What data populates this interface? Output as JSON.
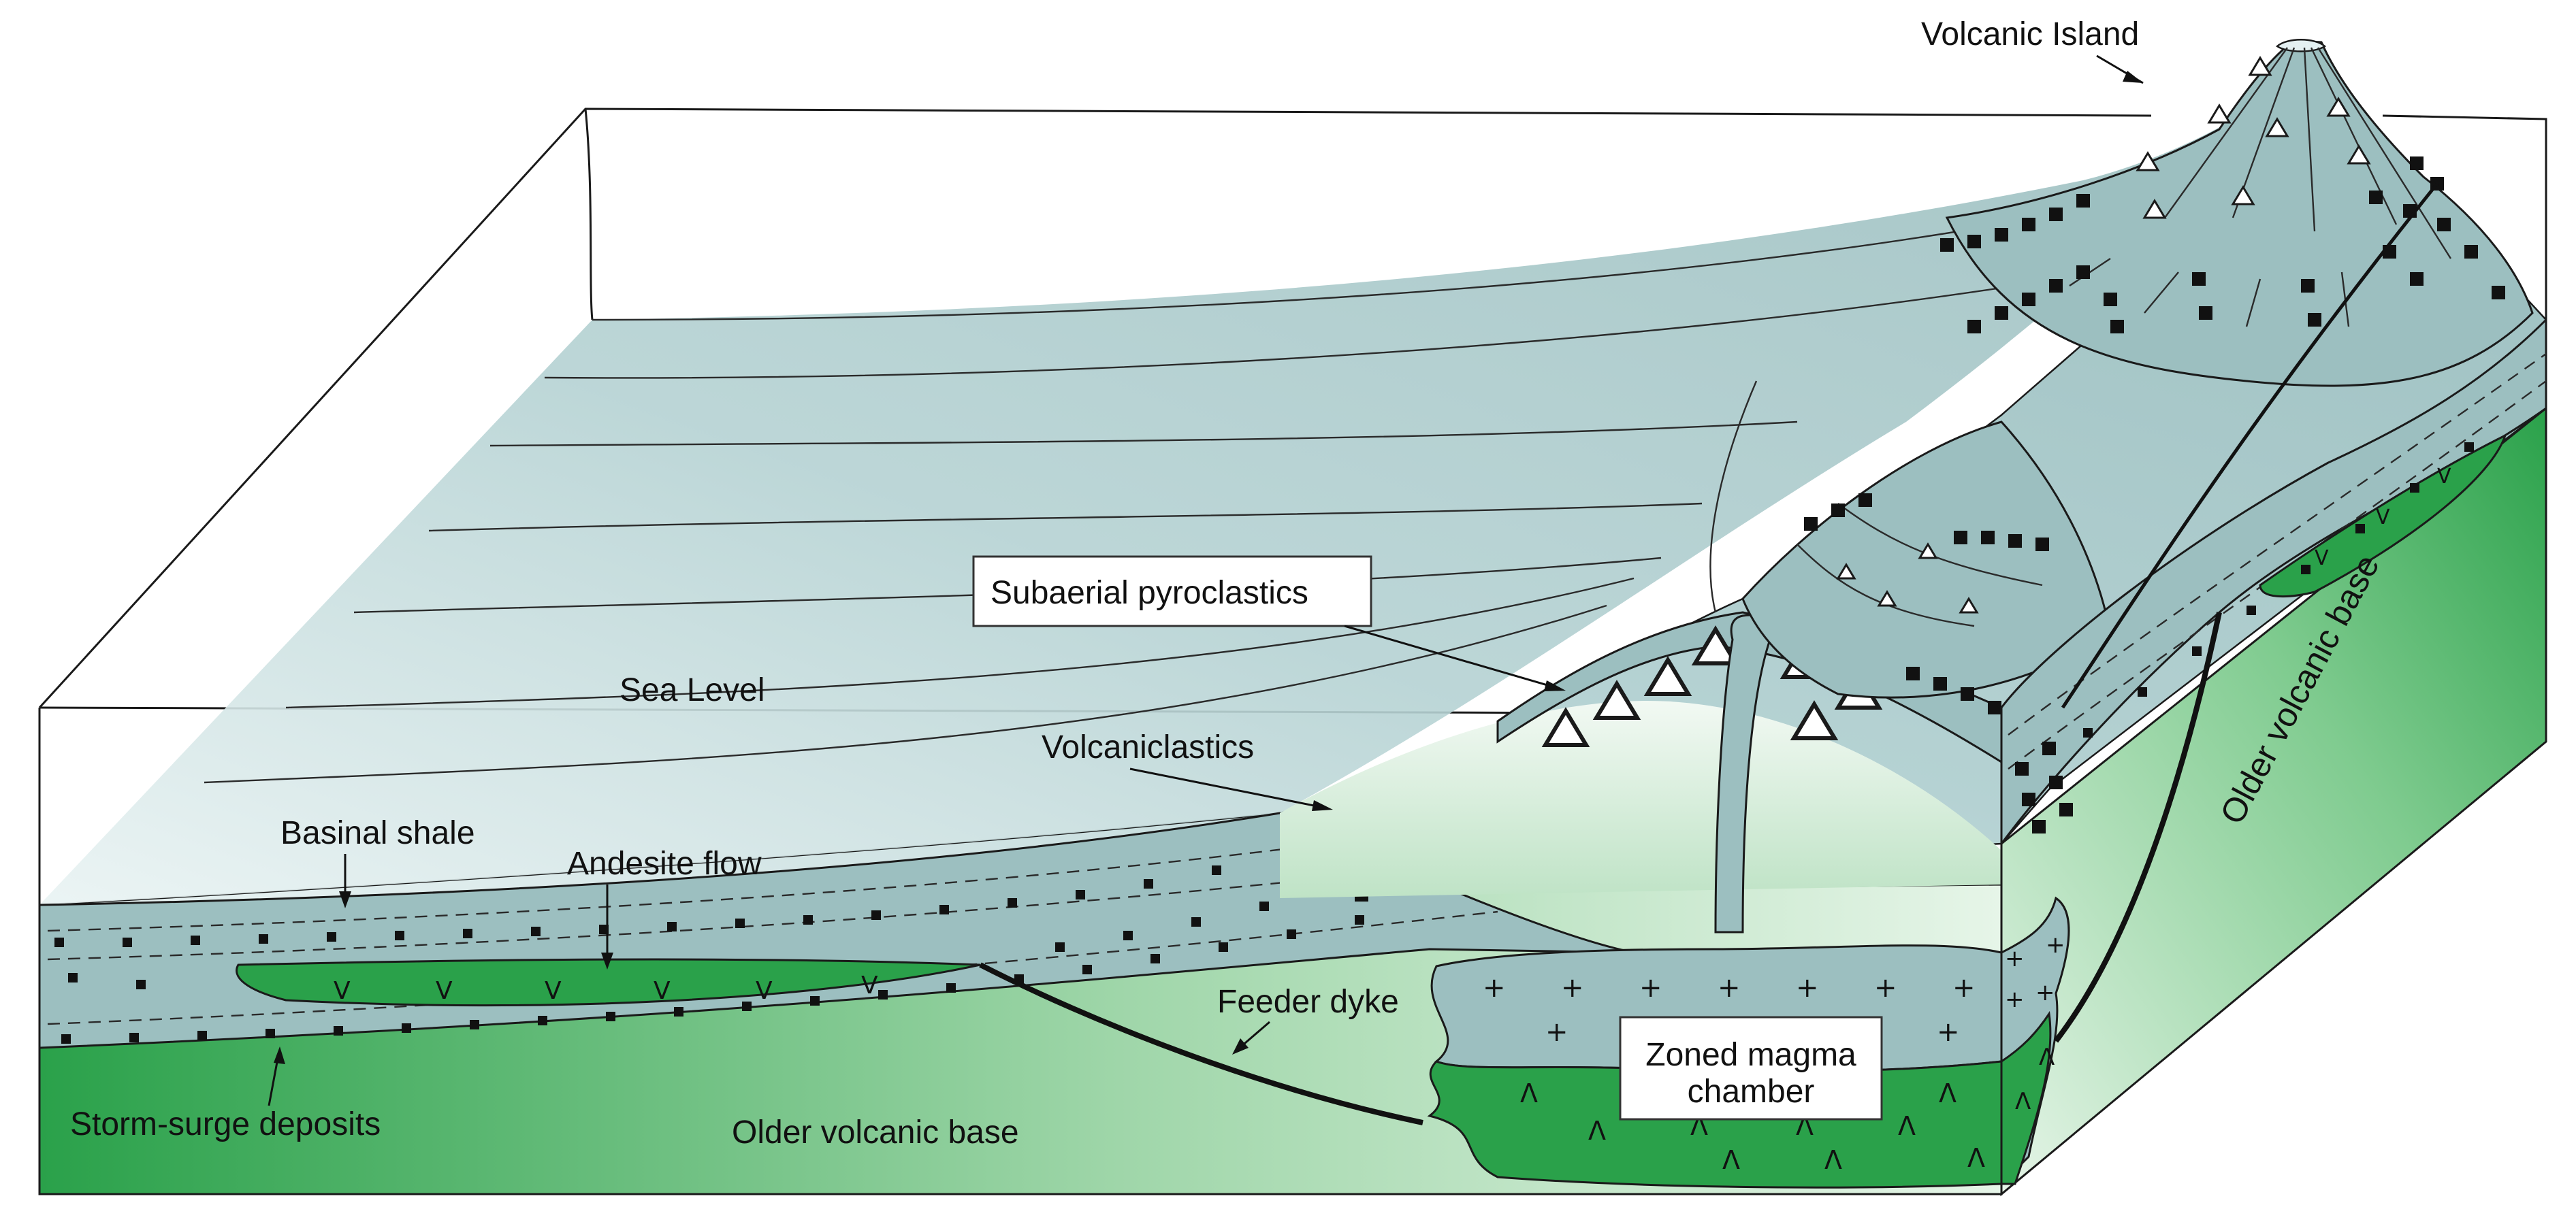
{
  "colors": {
    "sea": "#a9cacb",
    "sea_light": "#e4f0f1",
    "green_dark": "#2aa14a",
    "green_light": "#e3f3e6",
    "rock": "#9cbfc0",
    "ink": "#111111"
  },
  "labels": {
    "volcanic_island": "Volcanic Island",
    "subaerial_pyroclastics": "Subaerial pyroclastics",
    "sea_level": "Sea Level",
    "volcaniclastics": "Volcaniclastics",
    "basinal_shale": "Basinal shale",
    "andesite_flow": "Andesite flow",
    "feeder_dyke": "Feeder dyke",
    "storm_surge_deposits": "Storm-surge deposits",
    "older_volcanic_base_front": "Older volcanic base",
    "older_volcanic_base_side": "Older volcanic base",
    "zoned_magma_chamber_1": "Zoned magma",
    "zoned_magma_chamber_2": "chamber"
  },
  "symbols": {
    "andesite": "V",
    "magma_upper": "+",
    "magma_lower": "Λ"
  }
}
